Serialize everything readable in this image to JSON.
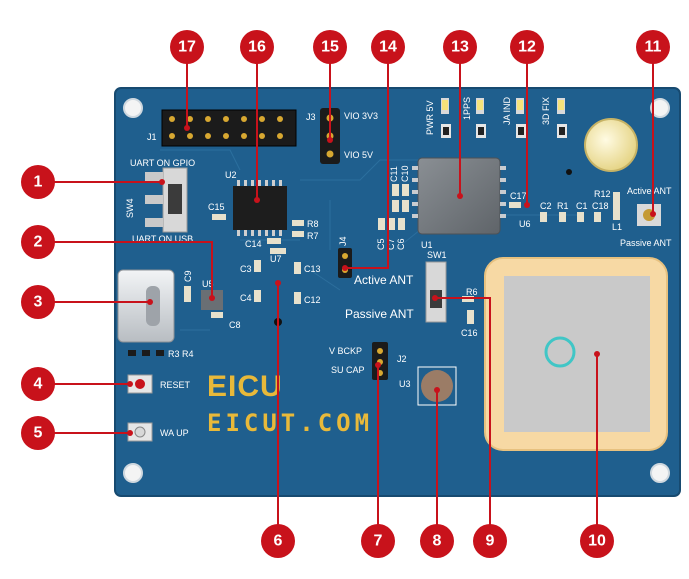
{
  "board": {
    "pcb_color": "#1f5f8e",
    "accent_color": "#c8121b",
    "logo_color": "#e8b93a",
    "logo_text": "EICU",
    "website_text": "EICUT.COM"
  },
  "silkscreen": {
    "j1": "J1",
    "j3": "J3",
    "vio_3v3": "VIO 3V3",
    "vio_5v": "VIO 5V",
    "pwr_5v": "PWR 5V",
    "pps": "1PPS",
    "ja_ind": "JA IND",
    "fix_3d": "3D FIX",
    "uart_gpio": "UART ON GPIO",
    "sw4": "SW4",
    "uart_usb": "UART ON USB",
    "u2": "U2",
    "c15": "C15",
    "r8": "R8",
    "r7": "R7",
    "c14": "C14",
    "c11": "C11",
    "c10": "C10",
    "c5": "C5",
    "c7": "C7",
    "c6": "C6",
    "j4": "J4",
    "u1": "U1",
    "c17": "C17",
    "u6": "U6",
    "c2": "C2",
    "r1": "R1",
    "c1": "C1",
    "c18": "C18",
    "r12": "R12",
    "l1": "L1",
    "active_ant_small": "Active ANT",
    "passive_ant_small": "Passive ANT",
    "c9": "C9",
    "u5": "U5",
    "c8": "C8",
    "u7": "U7",
    "c3": "C3",
    "c13": "C13",
    "c4": "C4",
    "c12": "C12",
    "sw1": "SW1",
    "active_ant": "Active ANT",
    "passive_ant": "Passive ANT",
    "r6": "R6",
    "c16": "C16",
    "r3r4": "R3 R4",
    "v_bckp": "V BCKP",
    "su_cap": "SU CAP",
    "j2": "J2",
    "u3": "U3",
    "reset": "RESET",
    "wa_up": "WA UP"
  },
  "callouts": [
    "17",
    "16",
    "15",
    "14",
    "13",
    "12",
    "11",
    "1",
    "2",
    "3",
    "4",
    "5",
    "6",
    "7",
    "8",
    "9",
    "10"
  ]
}
